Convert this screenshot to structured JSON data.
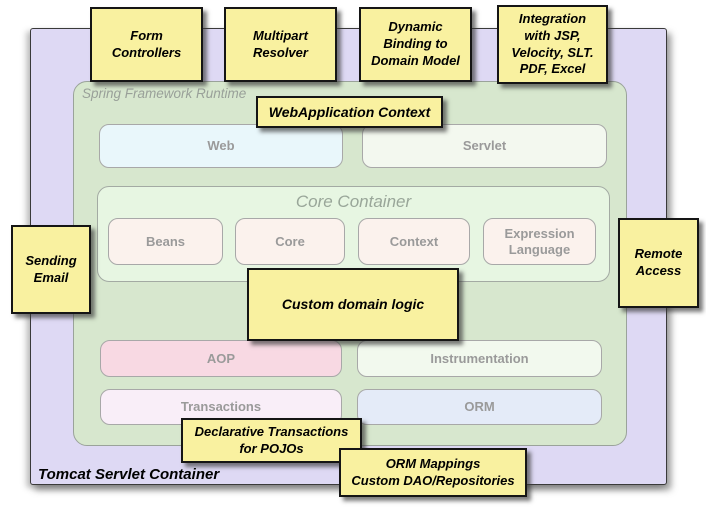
{
  "outer": {
    "label": "Tomcat Servlet Container"
  },
  "runtime": {
    "label": "Spring Framework Runtime"
  },
  "boxes": {
    "web": "Web",
    "servlet": "Servlet",
    "core_container_title": "Core Container",
    "beans": "Beans",
    "core": "Core",
    "context": "Context",
    "expression": "Expression\nLanguage",
    "aop": "AOP",
    "instrumentation": "Instrumentation",
    "transactions": "Transactions",
    "orm": "ORM"
  },
  "notes": {
    "form_controllers": "Form\nControllers",
    "multipart_resolver": "Multipart\nResolver",
    "dynamic_binding": "Dynamic\nBinding to\nDomain Model",
    "integration": "Integration\nwith JSP,\nVelocity, SLT.\nPDF, Excel",
    "webapplication_context": "WebApplication Context",
    "sending_email": "Sending\nEmail",
    "remote_access": "Remote\nAccess",
    "custom_domain_logic": "Custom domain logic",
    "declarative_transactions": "Declarative Transactions\nfor POJOs",
    "orm_mappings": "ORM Mappings\nCustom DAO/Repositories"
  },
  "colors": {
    "purple": "#ded9f4",
    "runtime_green": "#d7e7ce",
    "core_green": "#e7f6e2",
    "web_blue": "#e9f7fb",
    "servlet_fill": "#f3f8ef",
    "module_pink": "#fbf2ed",
    "aop_pink": "#f8d9e3",
    "instrumentation_fill": "#f2f9ee",
    "transactions_fill": "#f9eef8",
    "orm_blue": "#e4ebf8",
    "note_yellow": "#f9f1a0"
  }
}
